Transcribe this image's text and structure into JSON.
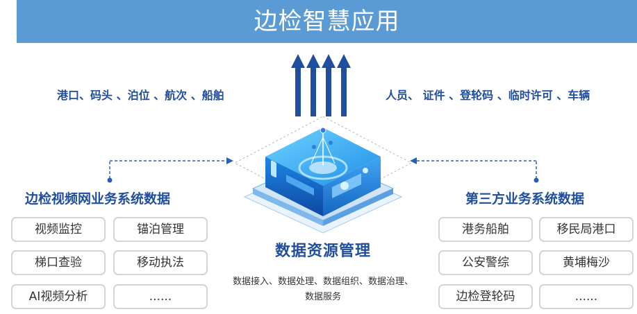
{
  "banner": {
    "title": "边检智慧应用"
  },
  "categories": {
    "left": "港口、码头 、泊位 、航次 、船舶",
    "right": "人员、 证件 、登轮码 、临时许可 、车辆"
  },
  "left_section": {
    "title": "边检视频网业务系统数据",
    "items": [
      "视频监控",
      "锚泊管理",
      "梯口查验",
      "移动执法",
      "AI视频分析",
      "......"
    ]
  },
  "right_section": {
    "title": "第三方业务系统数据",
    "items": [
      "港务船舶",
      "移民局港口",
      "公安警综",
      "黄埔梅沙",
      "边检登轮码",
      "......"
    ]
  },
  "core": {
    "title": "数据资源管理",
    "desc": "数据接入、数据处理、数据组织、数据治理、数据服务"
  },
  "colors": {
    "banner": "#5b9bd5",
    "title_text": "#1f4e9e",
    "arrow": "#1f4e9e",
    "connector": "#2a5fb8",
    "box_border": "#d4d4d4"
  }
}
